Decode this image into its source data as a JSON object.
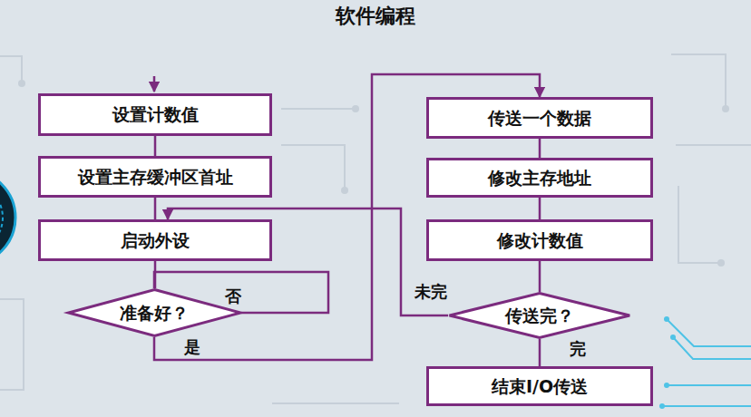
{
  "diagram": {
    "title": "软件编程",
    "nodes": [
      {
        "text": [
          "设置计数值"
        ]
      },
      {
        "text": [
          "设置主存缓冲区首址"
        ]
      },
      {
        "text": [
          "启动外设"
        ]
      },
      {
        "text": [
          "准备好？"
        ]
      },
      {
        "text": [
          "传送一个数据"
        ]
      },
      {
        "text": [
          "修改主存地址"
        ]
      },
      {
        "text": [
          "修改计数值"
        ]
      },
      {
        "text": [
          "传送完？"
        ]
      },
      {
        "text": [
          "结束I/O传送"
        ]
      }
    ],
    "edges": [
      {
        "from": 0,
        "to": 1,
        "arrow": "none"
      },
      {
        "from": 1,
        "to": 2,
        "arrow": "none"
      },
      {
        "from": 2,
        "to": 3,
        "arrow": "none"
      },
      {
        "from": 3,
        "to": 3,
        "label": "否",
        "arrow": "none"
      },
      {
        "from": 3,
        "to": 4,
        "label": "是",
        "arrow": "to"
      },
      {
        "from": 4,
        "to": 5,
        "arrow": "none"
      },
      {
        "from": 5,
        "to": 6,
        "arrow": "none"
      },
      {
        "from": 6,
        "to": 7,
        "arrow": "none"
      },
      {
        "from": 7,
        "to": 2,
        "label": "未完",
        "arrow": "to"
      },
      {
        "from": 7,
        "to": 8,
        "label": "完",
        "arrow": "none"
      }
    ]
  }
}
